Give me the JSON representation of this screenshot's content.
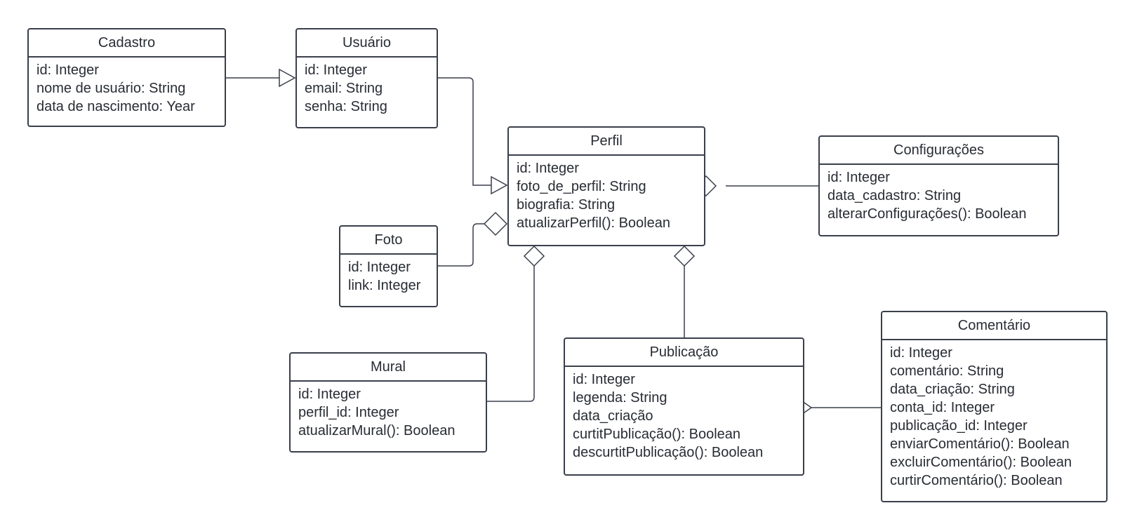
{
  "classes": {
    "cadastro": {
      "name": "Cadastro",
      "attrs": [
        "id: Integer",
        "nome de usuário: String",
        "data de nascimento: Year"
      ]
    },
    "usuario": {
      "name": "Usuário",
      "attrs": [
        "id: Integer",
        "email: String",
        "senha: String"
      ]
    },
    "perfil": {
      "name": "Perfil",
      "attrs": [
        "id: Integer",
        "foto_de_perfil: String",
        "biografia: String",
        "atualizarPerfil(): Boolean"
      ]
    },
    "configuracoes": {
      "name": "Configurações",
      "attrs": [
        "id: Integer",
        "data_cadastro: String",
        "alterarConfigurações(): Boolean"
      ]
    },
    "foto": {
      "name": "Foto",
      "attrs": [
        "id: Integer",
        "link: Integer"
      ]
    },
    "mural": {
      "name": "Mural",
      "attrs": [
        "id: Integer",
        "perfil_id: Integer",
        "atualizarMural(): Boolean"
      ]
    },
    "publicacao": {
      "name": "Publicação",
      "attrs": [
        "id: Integer",
        "legenda: String",
        "data_criação",
        "curtitPublicação(): Boolean",
        "descurtitPublicação(): Boolean"
      ]
    },
    "comentario": {
      "name": "Comentário",
      "attrs": [
        "id: Integer",
        "comentário: String",
        "data_criação: String",
        "conta_id: Integer",
        "publicação_id: Integer",
        "enviarComentário(): Boolean",
        "excluirComentário(): Boolean",
        "curtirComentário(): Boolean"
      ]
    }
  },
  "relations": [
    {
      "from": "cadastro",
      "to": "usuario",
      "kind": "generalization"
    },
    {
      "from": "usuario",
      "to": "perfil",
      "kind": "generalization"
    },
    {
      "from": "configuracoes",
      "to": "perfil",
      "kind": "aggregation"
    },
    {
      "from": "foto",
      "to": "perfil",
      "kind": "aggregation"
    },
    {
      "from": "mural",
      "to": "perfil",
      "kind": "aggregation"
    },
    {
      "from": "publicacao",
      "to": "perfil",
      "kind": "aggregation"
    },
    {
      "from": "comentario",
      "to": "publicacao",
      "kind": "aggregation"
    }
  ]
}
